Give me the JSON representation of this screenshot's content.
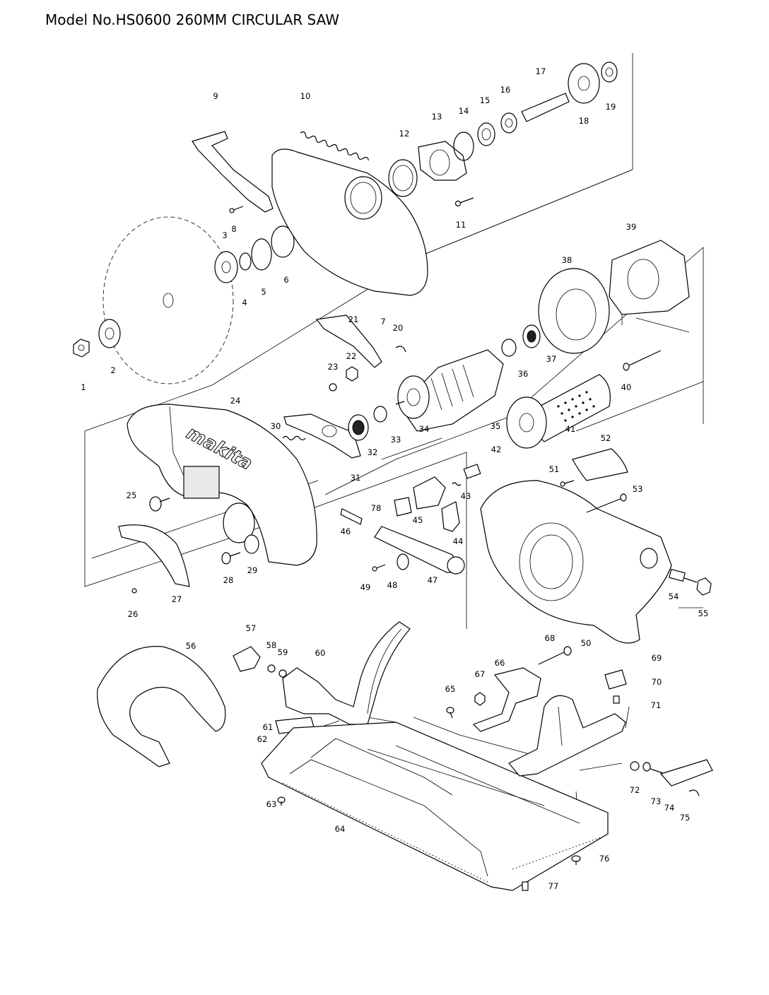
{
  "header": {
    "title": "Model No.HS0600 260MM CIRCULAR SAW"
  },
  "diagram": {
    "labels": [
      "1",
      "2",
      "3",
      "4",
      "5",
      "6",
      "7",
      "8",
      "9",
      "10",
      "11",
      "12",
      "13",
      "14",
      "15",
      "16",
      "17",
      "18",
      "19",
      "20",
      "21",
      "22",
      "23",
      "24",
      "25",
      "26",
      "27",
      "28",
      "29",
      "30",
      "31",
      "32",
      "33",
      "34",
      "35",
      "36",
      "37",
      "38",
      "39",
      "40",
      "41",
      "42",
      "43",
      "44",
      "45",
      "46",
      "47",
      "48",
      "49",
      "50",
      "51",
      "52",
      "53",
      "54",
      "55",
      "56",
      "57",
      "58",
      "59",
      "60",
      "61",
      "62",
      "63",
      "64",
      "65",
      "66",
      "67",
      "68",
      "69",
      "70",
      "71",
      "72",
      "73",
      "74",
      "75",
      "76",
      "77",
      "78"
    ],
    "logo_text": "makita"
  }
}
